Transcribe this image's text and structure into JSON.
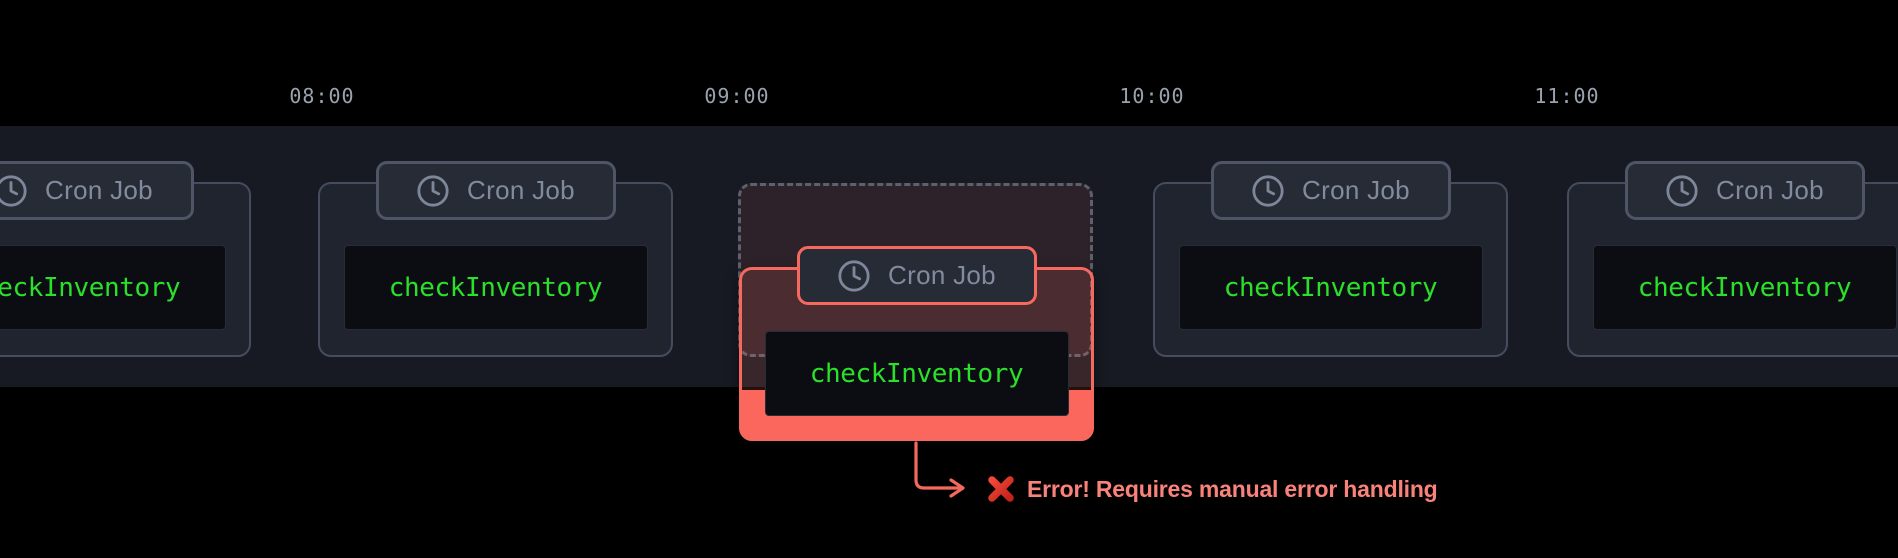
{
  "diagram": {
    "times": [
      "08:00",
      "09:00",
      "10:00",
      "11:00"
    ],
    "badge_label": "Cron Job",
    "job_name": "checkInventory",
    "error_message": "Error! Requires manual error handling",
    "icons": {
      "badge_icon": "clock-icon",
      "error_icon": "cross-mark-icon",
      "connector": "elbow-arrow-right"
    },
    "colors": {
      "band_bg": "#171a23",
      "card_bg": "#20242e",
      "card_border": "#454c5e",
      "badge_bg": "#262b36",
      "badge_border": "#4e5567",
      "badge_text": "#828b9d",
      "code_bg": "#0b0d12",
      "job_text_green": "#2be02b",
      "time_text": "#9aa2ae",
      "error_accent": "#f6695e",
      "error_fill": "#fb675c",
      "error_text": "#f9827a"
    }
  }
}
